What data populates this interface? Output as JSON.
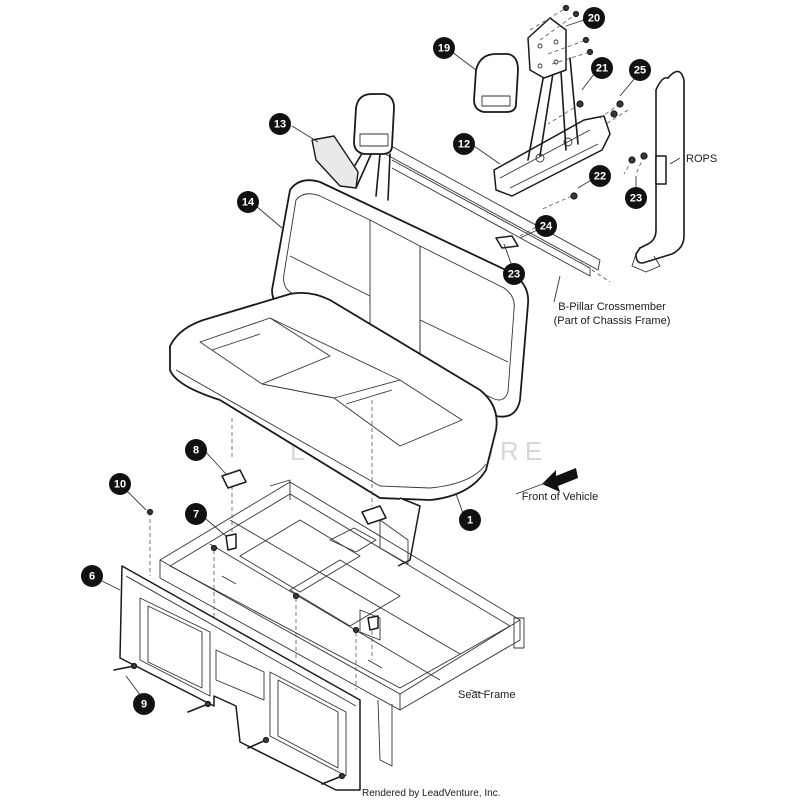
{
  "callouts": [
    {
      "id": "c1",
      "num": "1"
    },
    {
      "id": "c6",
      "num": "6"
    },
    {
      "id": "c7",
      "num": "7"
    },
    {
      "id": "c8",
      "num": "8"
    },
    {
      "id": "c9",
      "num": "9"
    },
    {
      "id": "c10",
      "num": "10"
    },
    {
      "id": "c12",
      "num": "12"
    },
    {
      "id": "c13",
      "num": "13"
    },
    {
      "id": "c14",
      "num": "14"
    },
    {
      "id": "c19",
      "num": "19"
    },
    {
      "id": "c20",
      "num": "20"
    },
    {
      "id": "c21",
      "num": "21"
    },
    {
      "id": "c22",
      "num": "22"
    },
    {
      "id": "c23a",
      "num": "23"
    },
    {
      "id": "c23b",
      "num": "23"
    },
    {
      "id": "c24",
      "num": "24"
    },
    {
      "id": "c25",
      "num": "25"
    }
  ],
  "labels": {
    "rops": "ROPS",
    "b_pillar_line1": "B-Pillar Crossmember",
    "b_pillar_line2": "(Part of Chassis Frame)",
    "front": "Front of Vehicle",
    "seat_frame": "Seat Frame",
    "credit": "Rendered by LeadVenture, Inc.",
    "watermark": "LEADVENTURE"
  },
  "colors": {
    "line": "#1a1a1a",
    "badge": "#111111",
    "watermark": "#d8d8d8"
  }
}
